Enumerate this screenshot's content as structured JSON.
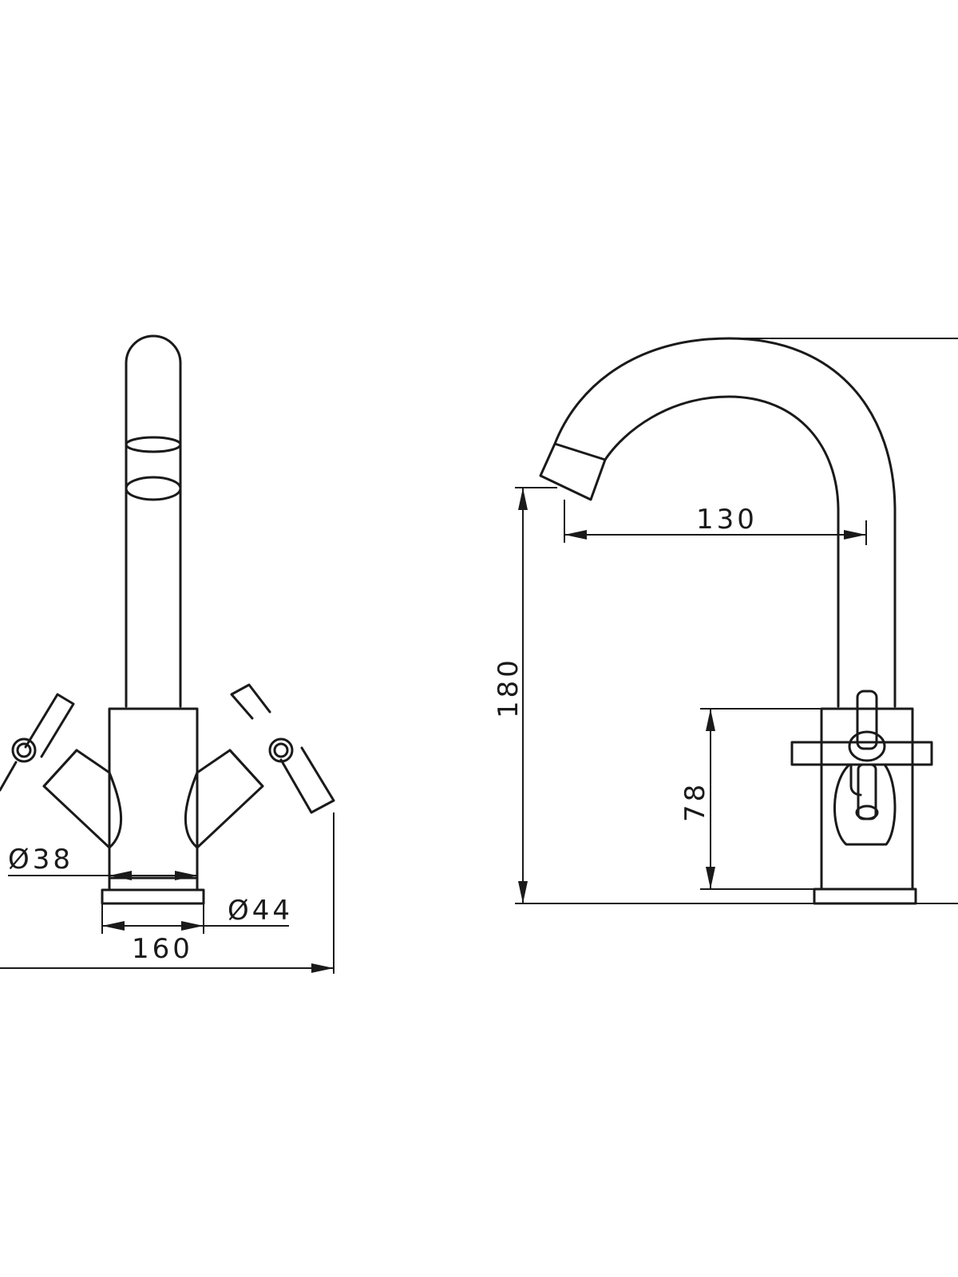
{
  "dimensions": {
    "front_diameter_body": "Ø38",
    "front_diameter_base": "Ø44",
    "front_overall_width": "160",
    "side_spout_reach": "130",
    "side_overall_height": "180",
    "side_handle_height": "78"
  },
  "colors": {
    "line": "#1a1a1a",
    "background": "#ffffff"
  }
}
